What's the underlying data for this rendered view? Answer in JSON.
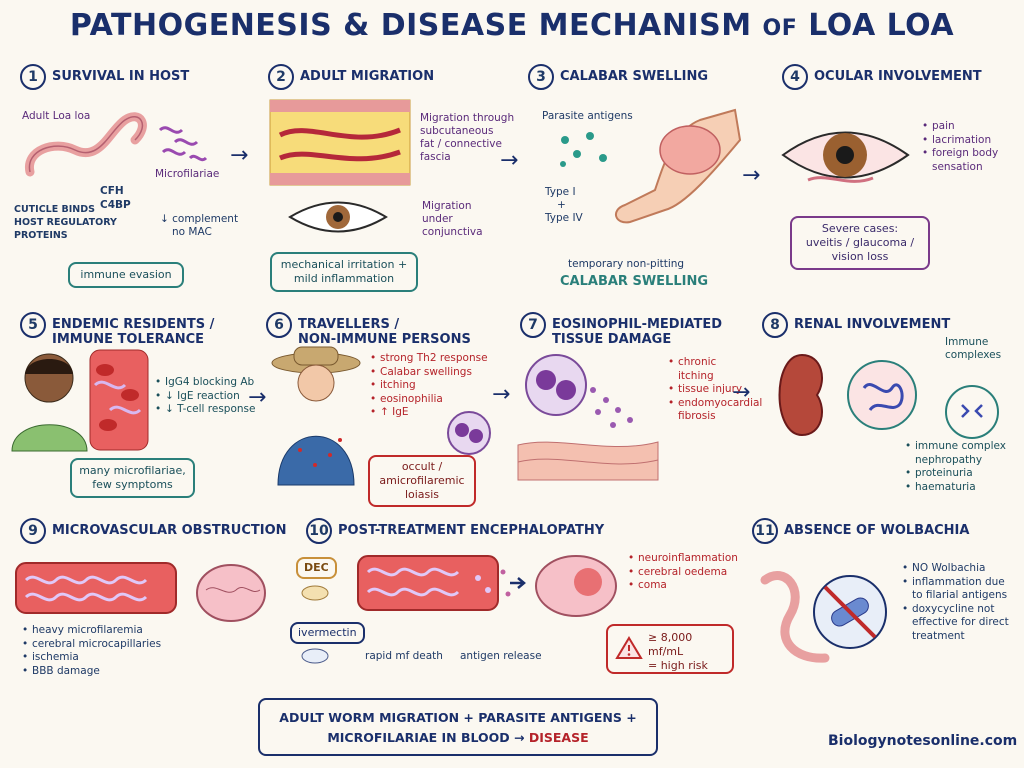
{
  "title_main": "PATHOGENESIS & DISEASE MECHANISM",
  "title_of": "OF",
  "title_end": "LOA LOA",
  "s1": {
    "num": "1",
    "title": "SURVIVAL IN HOST",
    "adult": "Adult Loa loa",
    "micro": "Microfilariae",
    "cfh": "CFH",
    "c4bp": "C4BP",
    "cuticle1": "CUTICLE BINDS",
    "cuticle2": "HOST REGULATORY",
    "cuticle3": "PROTEINS",
    "complement": "↓ complement",
    "nomac": "no MAC",
    "box": "immune evasion"
  },
  "s2": {
    "num": "2",
    "title": "ADULT MIGRATION",
    "mig1": "Migration through",
    "mig2": "subcutaneous",
    "mig3": "fat / connective",
    "mig4": "fascia",
    "conj1": "Migration",
    "conj2": "under",
    "conj3": "conjunctiva",
    "box1": "mechanical irritation +",
    "box2": "mild inflammation"
  },
  "s3": {
    "num": "3",
    "title": "CALABAR SWELLING",
    "antigens": "Parasite antigens",
    "type1": "Type I",
    "plus": "+",
    "type4": "Type IV",
    "temp": "temporary non-pitting",
    "cs": "CALABAR SWELLING"
  },
  "s4": {
    "num": "4",
    "title": "OCULAR INVOLVEMENT",
    "items": [
      "pain",
      "lacrimation",
      "foreign body sensation"
    ],
    "box1": "Severe cases:",
    "box2": "uveitis / glaucoma /",
    "box3": "vision loss"
  },
  "s5": {
    "num": "5",
    "title1": "ENDEMIC RESIDENTS /",
    "title2": "IMMUNE TOLERANCE",
    "items": [
      "IgG4 blocking Ab",
      "↓ IgE reaction",
      "↓ T-cell response"
    ],
    "box1": "many microfilariae,",
    "box2": "few symptoms"
  },
  "s6": {
    "num": "6",
    "title1": "TRAVELLERS /",
    "title2": "NON-IMMUNE PERSONS",
    "items": [
      "strong Th2 response",
      "Calabar swellings",
      "itching",
      "eosinophilia",
      "↑ IgE"
    ],
    "box1": "occult /",
    "box2": "amicrofilaremic",
    "box3": "loiasis"
  },
  "s7": {
    "num": "7",
    "title1": "EOSINOPHIL-MEDIATED",
    "title2": "TISSUE DAMAGE",
    "items": [
      "chronic itching",
      "tissue injury",
      "endomyocardial fibrosis"
    ]
  },
  "s8": {
    "num": "8",
    "title": "RENAL INVOLVEMENT",
    "immune1": "Immune",
    "immune2": "complexes",
    "items": [
      "immune complex nephropathy",
      "proteinuria",
      "haematuria"
    ]
  },
  "s9": {
    "num": "9",
    "title": "MICROVASCULAR OBSTRUCTION",
    "items": [
      "heavy microfilaremia",
      "cerebral microcapillaries",
      "ischemia",
      "BBB damage"
    ]
  },
  "s10": {
    "num": "10",
    "title": "POST-TREATMENT ENCEPHALOPATHY",
    "dec": "DEC",
    "ivermectin": "ivermectin",
    "rapid": "rapid mf death",
    "antigen": "antigen release",
    "items": [
      "neuroinflammation",
      "cerebral oedema",
      "coma"
    ],
    "risk1": "≥ 8,000 mf/mL",
    "risk2": "= high risk"
  },
  "s11": {
    "num": "11",
    "title": "ABSENCE OF WOLBACHIA",
    "items": [
      "NO Wolbachia",
      "inflammation due to filarial antigens",
      "doxycycline not effective for direct treatment"
    ]
  },
  "summary": {
    "line1": "ADULT WORM MIGRATION + PARASITE ANTIGENS +",
    "line2a": "MICROFILARIAE IN BLOOD",
    "arrow": "→",
    "line2b": "DISEASE"
  },
  "footer": "Biologynotesonline.com",
  "colors": {
    "navy": "#1a2f6b",
    "red": "#b5232a",
    "teal": "#2a7f7a",
    "purple": "#7a3a8a"
  }
}
